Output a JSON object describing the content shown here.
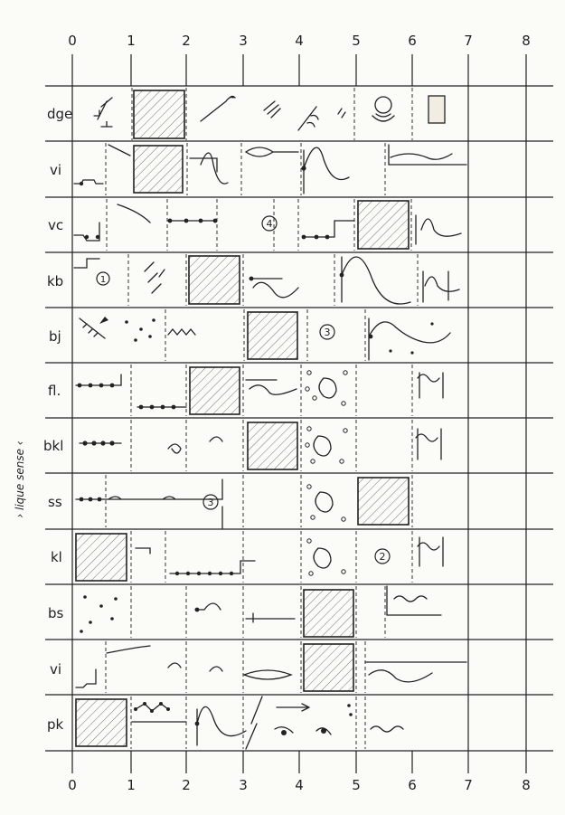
{
  "score": {
    "axis_top": [
      "0",
      "1",
      "2",
      "3",
      "4",
      "5",
      "6",
      "7",
      "8"
    ],
    "axis_bottom": [
      "0",
      "1",
      "2",
      "3",
      "4",
      "5",
      "6",
      "7",
      "8"
    ],
    "side_note": "› lique sense ‹",
    "instruments": [
      "dge",
      "vi",
      "vc",
      "kb",
      "bj",
      "fl.",
      "bkl",
      "ss",
      "kl",
      "bs",
      "vi",
      "pk"
    ],
    "circled_cues": [
      "1",
      "4",
      "3",
      "3",
      "2"
    ],
    "colors": {
      "ink": "#222222",
      "paper": "#fbfbf8",
      "hatch": "#555555"
    }
  }
}
